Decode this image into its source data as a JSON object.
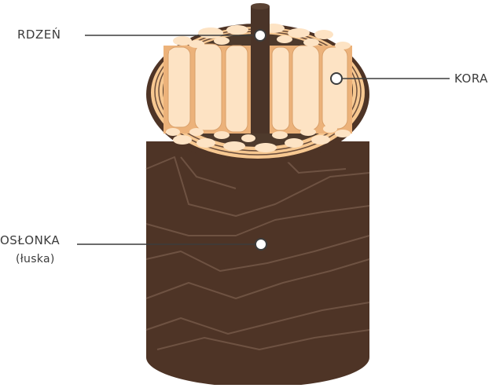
{
  "labels": {
    "rdzen": "RDZEŃ",
    "kora": "KORA",
    "oslonka": "OSŁONKA",
    "luska": "(łuska)"
  },
  "colors": {
    "cuticle": "#4e3426",
    "cuticle_lines": "#6e5242",
    "medulla": "#4a3428",
    "cortex_cells": "#fde3c4",
    "cortex_gap": "#ecb27a",
    "rim": "#f7c891",
    "leader_line": "#3c3c3c"
  }
}
